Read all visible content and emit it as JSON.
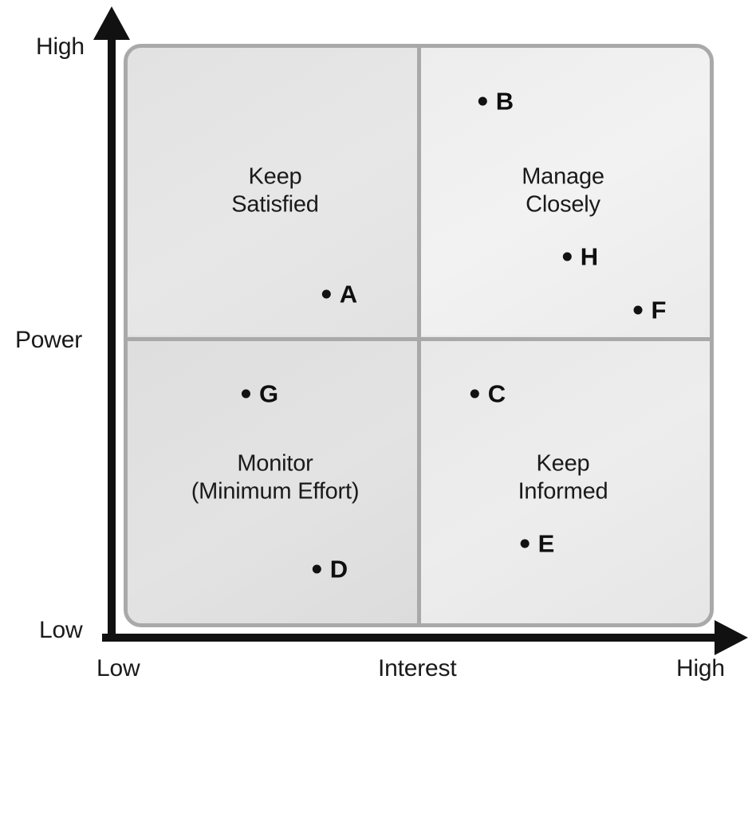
{
  "chart_data": {
    "type": "scatter",
    "title": "",
    "xlabel": "Interest",
    "ylabel": "Power",
    "xlim": [
      0,
      100
    ],
    "ylim": [
      0,
      100
    ],
    "grid": false,
    "legend": "none",
    "x_tick_labels": [
      "Low",
      "High"
    ],
    "y_tick_labels": [
      "Low",
      "High"
    ],
    "quadrants": [
      {
        "key": "top_left",
        "label": "Keep\nSatisfied",
        "line1": "Keep",
        "line2": "Satisfied",
        "power": "High",
        "interest": "Low"
      },
      {
        "key": "top_right",
        "label": "Manage\nClosely",
        "line1": "Manage",
        "line2": "Closely",
        "power": "High",
        "interest": "High"
      },
      {
        "key": "bottom_left",
        "label": "Monitor\n(Minimum Effort)",
        "line1": "Monitor",
        "line2": "(Minimum Effort)",
        "power": "Low",
        "interest": "Low"
      },
      {
        "key": "bottom_right",
        "label": "Keep\nInformed",
        "line1": "Keep",
        "line2": "Informed",
        "power": "Low",
        "interest": "High"
      }
    ],
    "points": [
      {
        "label": "A",
        "x": 35.7,
        "y": 58.1,
        "quadrant": "top_left"
      },
      {
        "label": "B",
        "x": 62.0,
        "y": 90.0,
        "quadrant": "top_right"
      },
      {
        "label": "C",
        "x": 60.7,
        "y": 40.0,
        "quadrant": "bottom_right"
      },
      {
        "label": "D",
        "x": 33.9,
        "y": 10.0,
        "quadrant": "bottom_left"
      },
      {
        "label": "E",
        "x": 69.0,
        "y": 14.3,
        "quadrant": "bottom_right"
      },
      {
        "label": "F",
        "x": 88.2,
        "y": 54.4,
        "quadrant": "top_right"
      },
      {
        "label": "G",
        "x": 22.0,
        "y": 40.0,
        "quadrant": "bottom_left"
      },
      {
        "label": "H",
        "x": 76.3,
        "y": 63.5,
        "quadrant": "top_right"
      }
    ]
  },
  "axes": {
    "y": {
      "name": "Power",
      "high_label": "High",
      "low_label": "Low"
    },
    "x": {
      "name": "Interest",
      "low_label": "Low",
      "high_label": "High"
    }
  },
  "colors": {
    "axis": "#111111",
    "grid_border": "#a9a9a9",
    "quadrant_fill": "#e8e8e8",
    "point": "#121212",
    "text": "#1a1a1a",
    "background": "#ffffff"
  }
}
